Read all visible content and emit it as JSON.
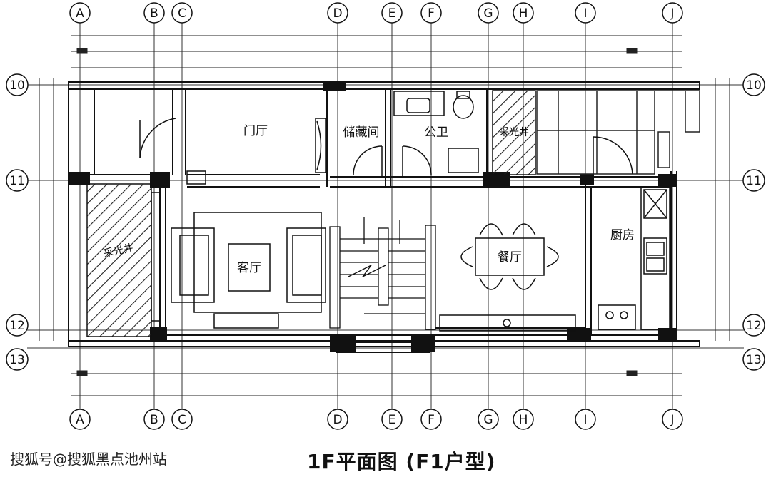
{
  "title": "1F平面图 (F1户型)",
  "watermark": "搜狐号@搜狐黑点池州站",
  "grid_columns": [
    "A",
    "B",
    "C",
    "D",
    "E",
    "F",
    "G",
    "H",
    "I",
    "J"
  ],
  "grid_rows": [
    "10",
    "11",
    "12",
    "13"
  ],
  "rooms": {
    "foyer": "门厅",
    "storage": "储藏间",
    "bathroom": "公卫",
    "lightwell_top": "采光井",
    "lightwell_left": "采光井",
    "living": "客厅",
    "dining": "餐厅",
    "kitchen": "厨房"
  }
}
